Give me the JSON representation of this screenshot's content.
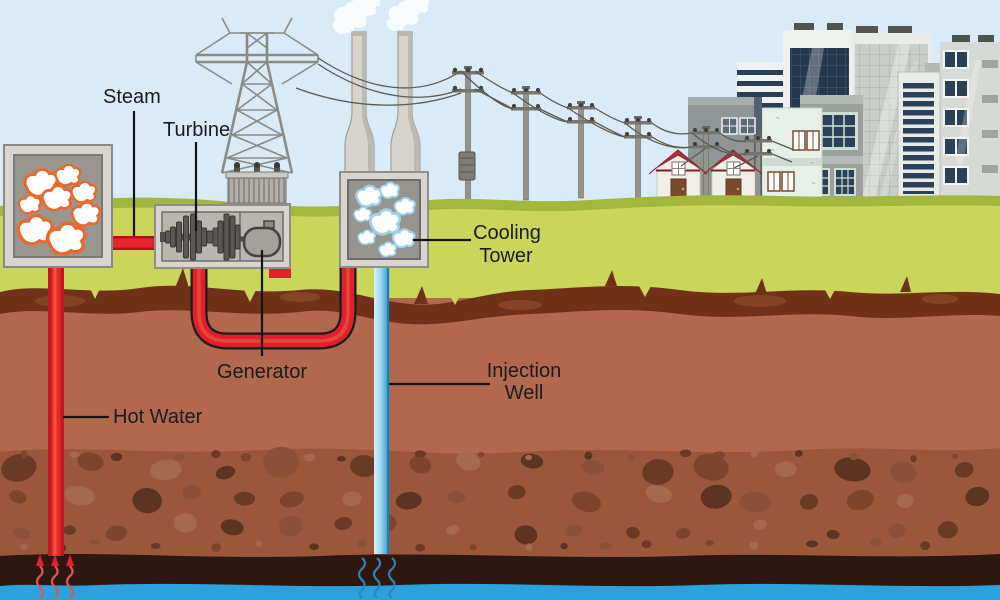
{
  "labels": {
    "steam": "Steam",
    "turbine": "Turbine",
    "generator": "Generator",
    "hot_water": "Hot Water",
    "cooling_tower": [
      "Cooling",
      "Tower"
    ],
    "injection_well": [
      "Injection",
      "Well"
    ]
  },
  "icons": [
    "steam-separator-icon",
    "turbine-icon",
    "generator-icon",
    "transformer-icon",
    "transmission-tower-icon",
    "power-pole-icon",
    "cooling-tower-icon",
    "house-icon",
    "city-buildings-icon",
    "hot-water-pipe-icon",
    "injection-pipe-icon"
  ],
  "colors": {
    "sky": "#d9ebf6",
    "grass": "#c9d659",
    "grass_dark": "#a2b73c",
    "dirt_band": "#6f3118",
    "soil": "#b2684c",
    "rock_layer": "#9a573c",
    "dark_layer": "#2d1710",
    "water": "#2ba2dc",
    "hot_pipe_red": "#e0202a",
    "cold_pipe_blue": "#7fc9ec",
    "steam_cloud_outline": "#e8692c",
    "cooling_cloud_outline": "#9fd2ec",
    "box_frame": "#d8d5d0",
    "box_panel": "#98968f"
  }
}
